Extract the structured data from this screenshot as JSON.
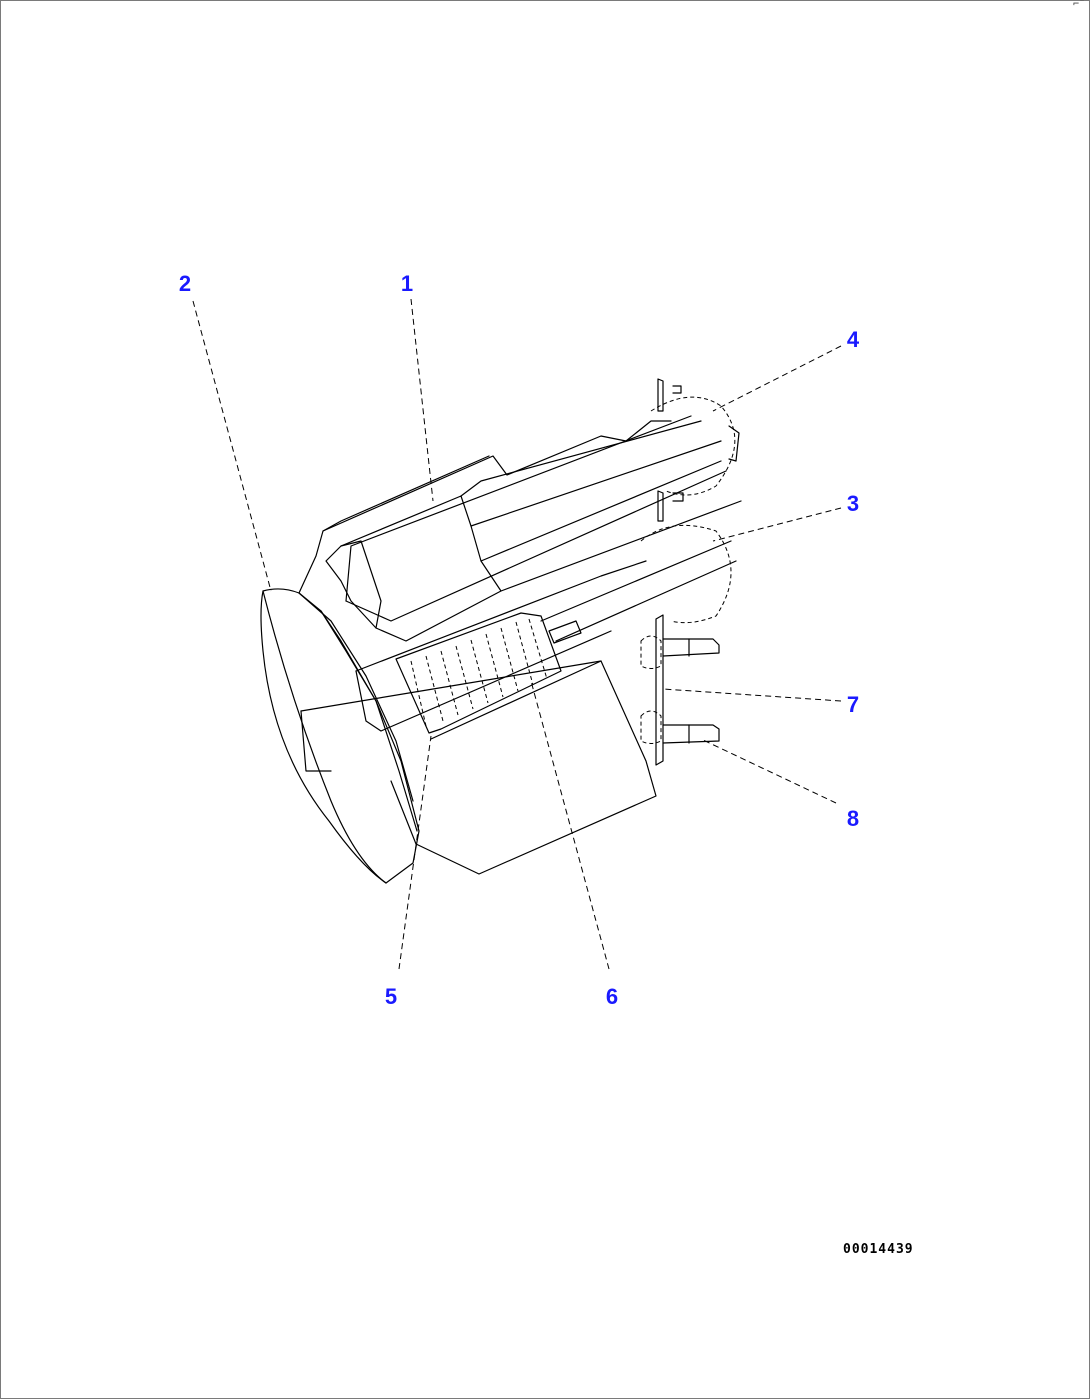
{
  "diagram": {
    "drawing_id": "00014439",
    "callouts": {
      "c1": "1",
      "c2": "2",
      "c3": "3",
      "c4": "4",
      "c5": "5",
      "c6": "6",
      "c7": "7",
      "c8": "8"
    },
    "colors": {
      "callout_text": "#1a1aff",
      "line_art": "#000000",
      "background": "#ffffff"
    }
  }
}
